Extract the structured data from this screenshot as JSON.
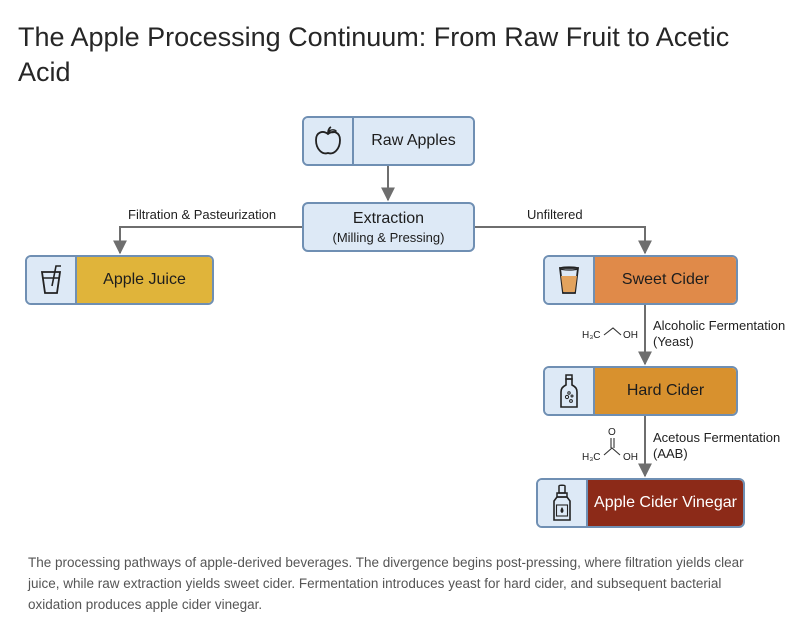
{
  "title": "The Apple Processing Continuum: From Raw Fruit to Acetic Acid",
  "nodes": {
    "raw": {
      "label": "Raw Apples",
      "icon": "apple-icon"
    },
    "extraction": {
      "label": "Extraction",
      "sublabel": "(Milling & Pressing)"
    },
    "juice": {
      "label": "Apple Juice",
      "icon": "juice-glass-icon"
    },
    "sweet": {
      "label": "Sweet Cider",
      "icon": "cider-glass-icon"
    },
    "hard": {
      "label": "Hard Cider",
      "icon": "bottle-icon"
    },
    "vinegar": {
      "label": "Apple Cider Vinegar",
      "icon": "dropper-bottle-icon"
    }
  },
  "edges": {
    "filtration": "Filtration & Pasteurization",
    "unfiltered": "Unfiltered",
    "alcoholic_1": "Alcoholic Fermentation",
    "alcoholic_2": "(Yeast)",
    "acetous_1": "Acetous Fermentation",
    "acetous_2": "(AAB)"
  },
  "chem": {
    "ethanol_left": "H₃C",
    "ethanol_right": "OH",
    "acetic_left": "H₃C",
    "acetic_right": "OH",
    "acetic_top": "O"
  },
  "caption": "The processing pathways of apple-derived beverages. The divergence begins post-pressing, where filtration yields clear juice, while raw extraction yields sweet cider. Fermentation introduces yeast for hard cider, and subsequent bacterial oxidation produces apple cider vinegar.",
  "colors": {
    "node_blue": "#dde9f6",
    "border": "#6f8fb3",
    "juice": "#e0b43a",
    "sweet_cider": "#e08a49",
    "hard_cider": "#d8912e",
    "vinegar": "#8c2a18",
    "arrow": "#6e6e6e"
  }
}
